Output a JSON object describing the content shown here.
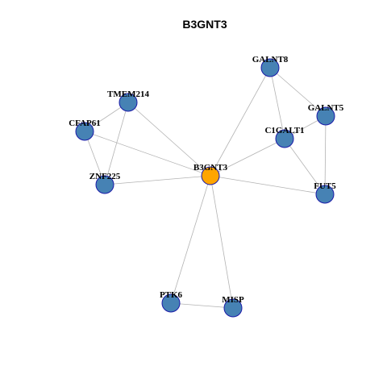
{
  "title": "B3GNT3",
  "colors": {
    "hub_fill": "#FFA500",
    "node_fill": "#4682B4",
    "node_stroke": "#1A1AA8",
    "edge": "#B3B3B3"
  },
  "nodes": [
    {
      "id": "B3GNT3",
      "label": "B3GNT3",
      "hub": true
    },
    {
      "id": "GALNT8",
      "label": "GALNT8"
    },
    {
      "id": "GALNT5",
      "label": "GALNT5"
    },
    {
      "id": "C1GALT1",
      "label": "C1GALT1"
    },
    {
      "id": "FUT5",
      "label": "FUT5"
    },
    {
      "id": "TMEM214",
      "label": "TMEM214"
    },
    {
      "id": "CFAP61",
      "label": "CFAP61"
    },
    {
      "id": "ZNF225",
      "label": "ZNF225"
    },
    {
      "id": "PTK6",
      "label": "PTK6"
    },
    {
      "id": "MISP",
      "label": "MISP"
    }
  ],
  "edges": [
    [
      "B3GNT3",
      "GALNT8"
    ],
    [
      "B3GNT3",
      "C1GALT1"
    ],
    [
      "B3GNT3",
      "FUT5"
    ],
    [
      "B3GNT3",
      "TMEM214"
    ],
    [
      "B3GNT3",
      "CFAP61"
    ],
    [
      "B3GNT3",
      "ZNF225"
    ],
    [
      "B3GNT3",
      "PTK6"
    ],
    [
      "B3GNT3",
      "MISP"
    ],
    [
      "GALNT8",
      "GALNT5"
    ],
    [
      "GALNT8",
      "C1GALT1"
    ],
    [
      "GALNT5",
      "C1GALT1"
    ],
    [
      "GALNT5",
      "FUT5"
    ],
    [
      "C1GALT1",
      "FUT5"
    ],
    [
      "TMEM214",
      "CFAP61"
    ],
    [
      "TMEM214",
      "ZNF225"
    ],
    [
      "CFAP61",
      "ZNF225"
    ],
    [
      "PTK6",
      "MISP"
    ]
  ]
}
